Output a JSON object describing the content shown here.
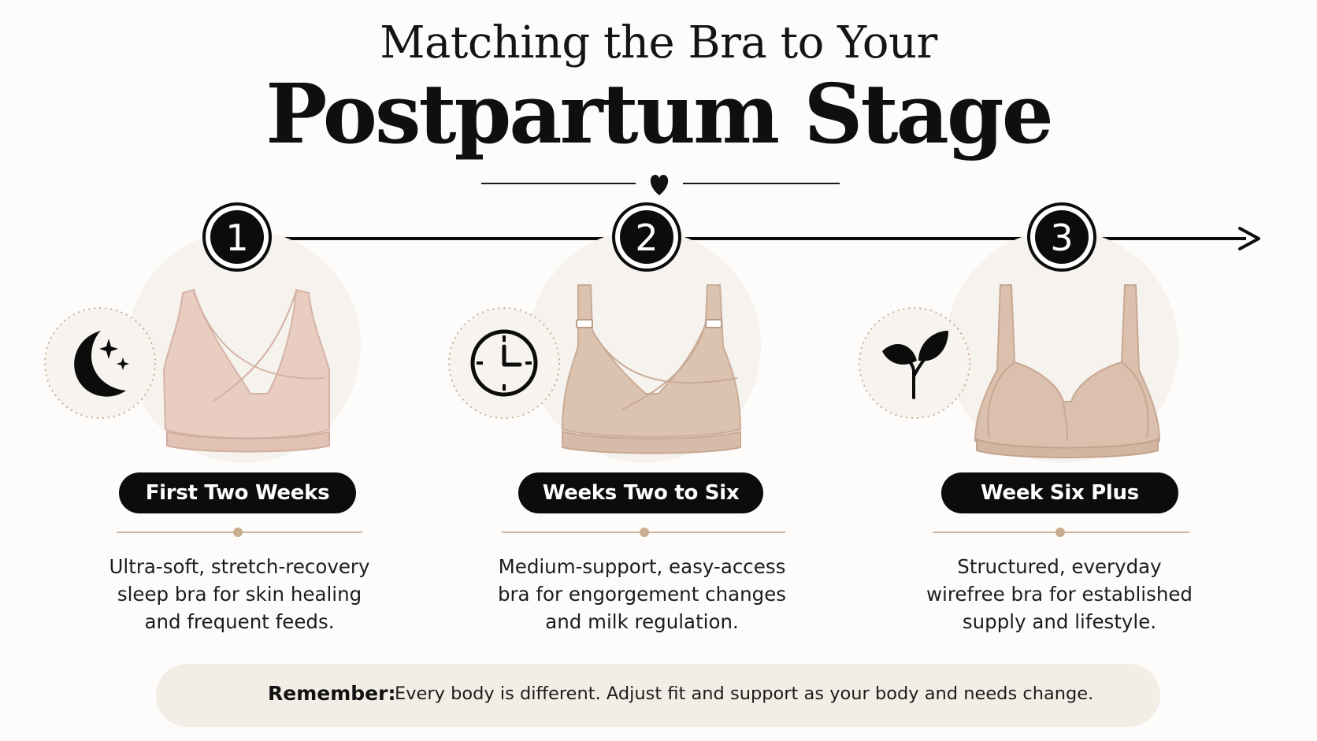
{
  "title": {
    "line1": "Matching the Bra to Your",
    "line2": "Postpartum Stage"
  },
  "colors": {
    "ink": "#0c0c0c",
    "accent_beige": "#c9ad90",
    "bra_pink": "#e8cdc0",
    "bra_nude": "#dcc3b0",
    "banner_bg": "#f2ede5"
  },
  "stages": [
    {
      "number": "1",
      "label": "First Two Weeks",
      "icon": "moon-stars-icon",
      "description": [
        "Ultra-soft, stretch-recovery",
        "sleep bra for skin healing",
        "and frequent feeds."
      ]
    },
    {
      "number": "2",
      "label": "Weeks Two to Six",
      "icon": "clock-icon",
      "description": [
        "Medium-support, easy-access",
        "bra for engorgement changes",
        "and milk regulation."
      ]
    },
    {
      "number": "3",
      "label": "Week Six Plus",
      "icon": "leaf-icon",
      "description": [
        "Structured, everyday",
        "wirefree bra for established",
        "supply and lifestyle."
      ]
    }
  ],
  "reminder": {
    "label": "Remember:",
    "text": "Every body is different. Adjust fit and support as your body and needs change."
  }
}
